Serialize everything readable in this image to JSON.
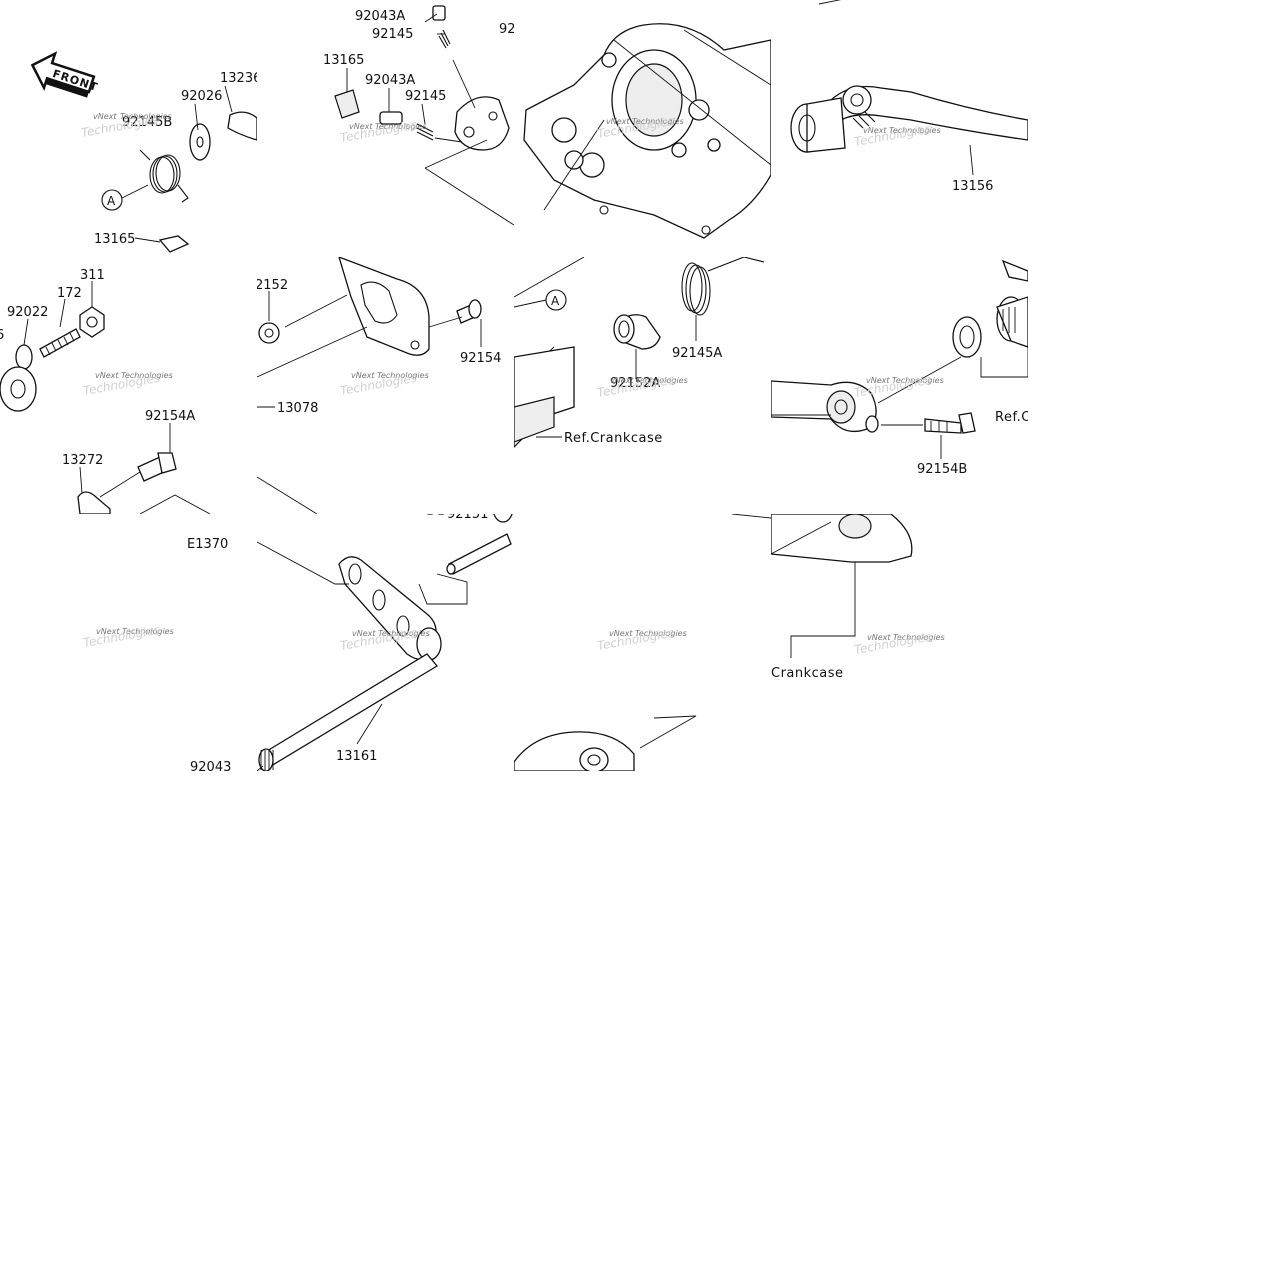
{
  "diagram": {
    "front_label": "FRONT",
    "watermark_line1": "vNext",
    "watermark_line2": "Technologies",
    "callout_marker": "A",
    "parts": {
      "p92043A_top": "92043A",
      "p92145_top": "92145",
      "p92_trunc": "92",
      "p13165_top": "13165",
      "p92043A_mid": "92043A",
      "p92145_mid": "92145",
      "p13236": "13236",
      "p92026": "92026",
      "p92145B": "92145B",
      "p13165_bottom": "13165",
      "p311": "311",
      "p172": "172",
      "p92022": "92022",
      "p6_trunc": "6",
      "p92152": "2152",
      "p92154": "92154",
      "p13078": "13078",
      "p92154A": "92154A",
      "p13272": "13272",
      "p92145A": "92145A",
      "p92152A": "92152A",
      "p13156": "13156",
      "p92154B": "92154B",
      "pE1370": "E1370",
      "p13161": "13161",
      "p92043": "92043",
      "p92151_trunc": "92151"
    },
    "refs": {
      "crankcase_ref": "Ref.Crankcase",
      "ref_trunc": "Ref.C",
      "crankcase": "Crankcase"
    }
  }
}
